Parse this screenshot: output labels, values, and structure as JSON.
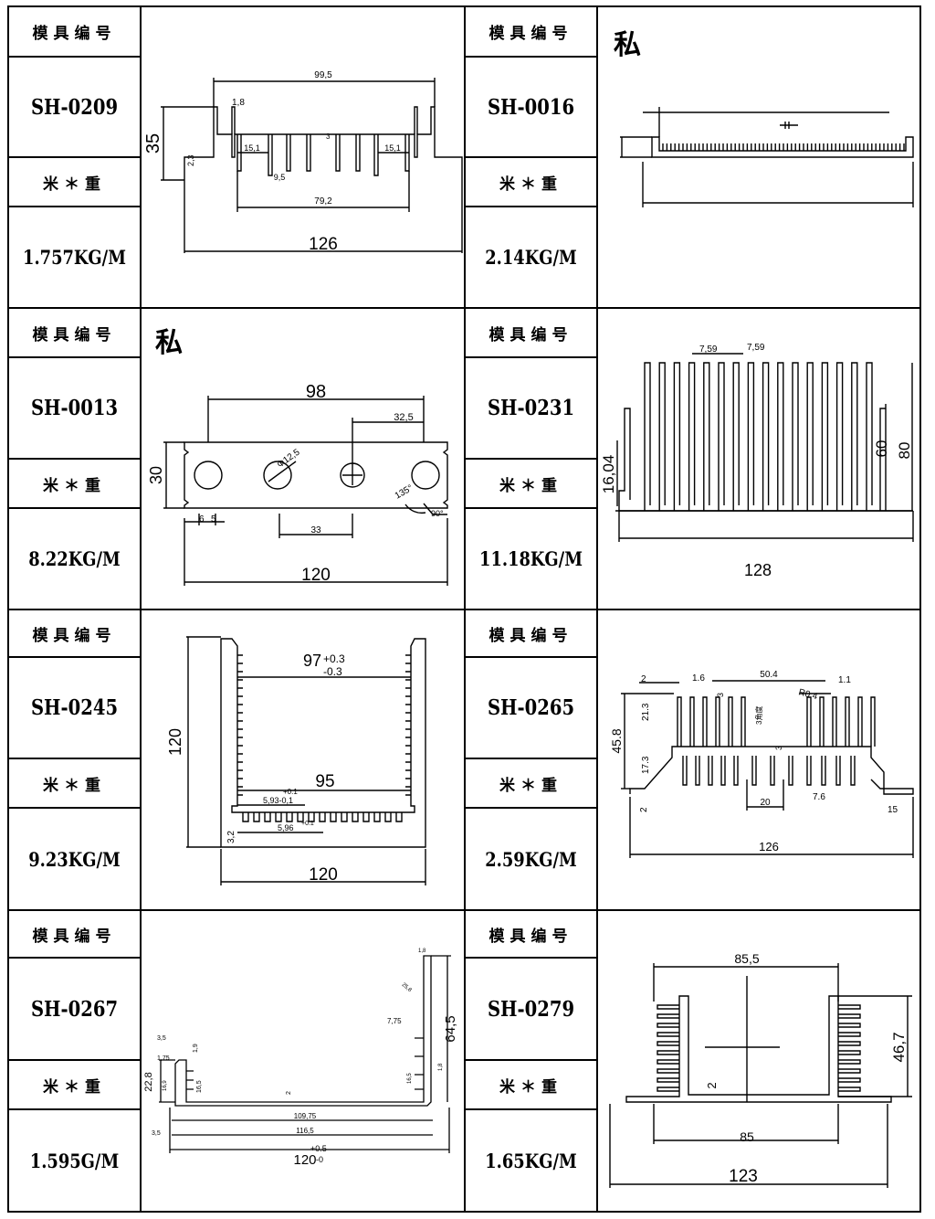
{
  "header_label": "模具编号",
  "weight_label": "米＊重",
  "private_mark": "私",
  "entries": [
    {
      "code": "SH-0209",
      "weight": "1.757KG/M",
      "dims": {
        "top": "99,5",
        "h": "35",
        "w": "126",
        "a": "1,8",
        "b": "15,1",
        "c": "15,1",
        "d": "9,5",
        "e": "79,2",
        "f": "2,3",
        "g": "3"
      }
    },
    {
      "code": "SH-0016",
      "weight": "2.14KG/M",
      "private": true,
      "dims": {}
    },
    {
      "code": "SH-0013",
      "weight": "8.22KG/M",
      "private": true,
      "dims": {
        "top": "98",
        "a": "32,5",
        "h": "30",
        "dia": "Φ12,5",
        "ang": "135°",
        "ang2": "90°",
        "b": "6",
        "c": "5",
        "d": "33",
        "w": "120"
      }
    },
    {
      "code": "SH-0231",
      "weight": "11.18KG/M",
      "dims": {
        "p1": "7,59",
        "p2": "7,59",
        "h1": "16,04",
        "h2": "60",
        "h3": "80",
        "w": "128"
      }
    },
    {
      "code": "SH-0245",
      "weight": "9.23KG/M",
      "dims": {
        "top": "97",
        "tol_up": "+0.3",
        "tol_dn": "-0.3",
        "h": "120",
        "mid": "95",
        "a": "+0.1",
        "b": "5,93-0,1",
        "c": "5,96",
        "c_tol": "+0.1",
        "d": "3,2",
        "w": "120"
      }
    },
    {
      "code": "SH-0265",
      "weight": "2.59KG/M",
      "dims": {
        "a": "2",
        "b": "1.6",
        "c": "50.4",
        "d": "1.1",
        "r": "R0.4",
        "e": "3",
        "f": "21.3",
        "g": "17.3",
        "h": "45.8",
        "note": "3角度",
        "i": "3",
        "j": "20",
        "k": "7.6",
        "l": "2",
        "m": "15",
        "w": "126"
      }
    },
    {
      "code": "SH-0267",
      "weight": "1.595G/M",
      "dims": {
        "a": "3,5",
        "b": "1,75",
        "c": "1,9",
        "d": "22,8",
        "e": "16,9",
        "f": "16,5",
        "g": "2",
        "h": "109,75",
        "i": "116,5",
        "j": "3,5",
        "w": "120",
        "w_up": "+0.5",
        "w_dn": "-0",
        "k": "1,8",
        "l": "25,8",
        "m": "7,75",
        "n": "64,5",
        "o": "16,5",
        "p": "1,8"
      }
    },
    {
      "code": "SH-0279",
      "weight": "1.65KG/M",
      "dims": {
        "top": "85,5",
        "h": "46,7",
        "g": "2",
        "mid": "85",
        "w": "123"
      }
    }
  ]
}
